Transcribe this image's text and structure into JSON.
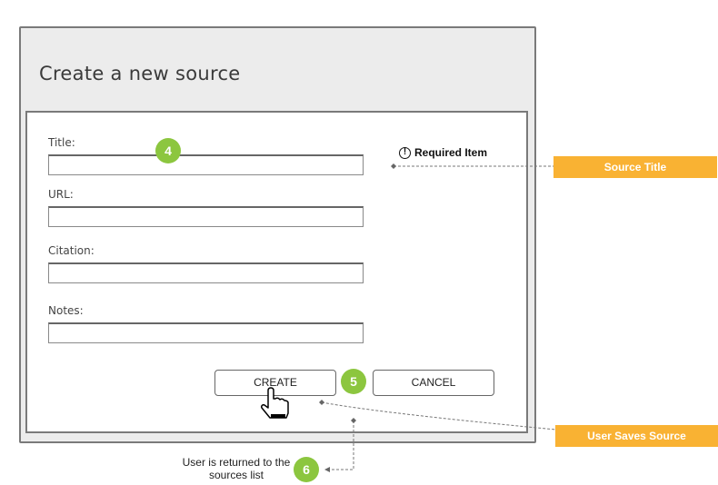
{
  "window": {
    "title": "Create a new source"
  },
  "form": {
    "title_label": "Title:",
    "url_label": "URL:",
    "citation_label": "Citation:",
    "notes_label": "Notes:",
    "title_value": "",
    "url_value": "",
    "citation_value": "",
    "notes_value": ""
  },
  "buttons": {
    "create": "CREATE",
    "cancel": "CANCEL"
  },
  "annotations": {
    "required_item": "Required Item",
    "source_title": "Source Title",
    "user_saves_source": "User Saves Source",
    "caption": "User is returned  to the sources list",
    "badge_4": "4",
    "badge_5": "5",
    "badge_6": "6"
  },
  "colors": {
    "badge": "#8cc63f",
    "note_tag": "#f9b233"
  }
}
